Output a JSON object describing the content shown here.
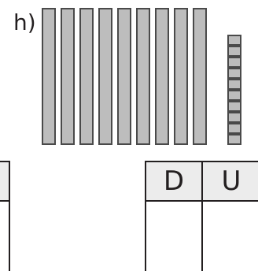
{
  "exercise": {
    "label": "h)",
    "tens_rod_count": 9,
    "unit_cube_count": 10
  },
  "place_value_table": {
    "headers": [
      "D",
      "U"
    ]
  },
  "colors": {
    "block_fill": "#bdbdbd",
    "block_outline": "#4a4a4a",
    "table_header_fill": "#ececec",
    "ink": "#231f20"
  }
}
